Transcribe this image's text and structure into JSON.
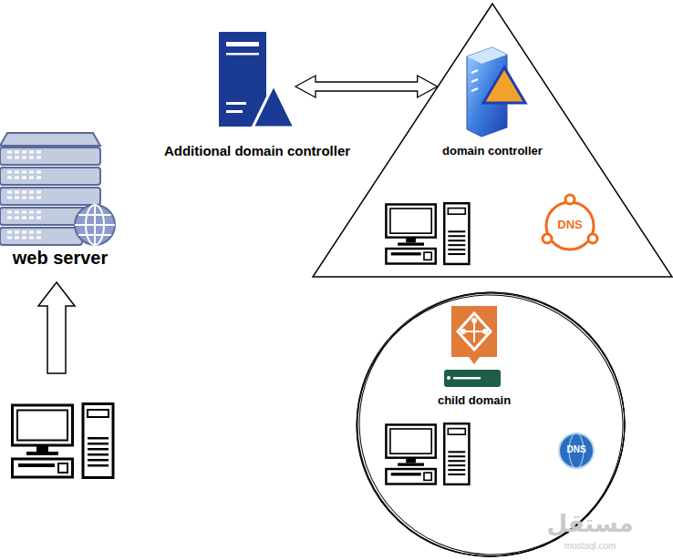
{
  "diagram": {
    "nodes": [
      {
        "text": [
          "web server"
        ]
      },
      {
        "text": [
          "Additional domain controller"
        ]
      },
      {
        "text": [
          "domain controller"
        ]
      },
      {
        "text": [
          "child domain"
        ]
      }
    ],
    "edges": [
      {
        "from": 1,
        "to": 2,
        "arrow": "both"
      }
    ],
    "labels": [
      "DNS",
      "DNS",
      "مستقل",
      "mostaql.com"
    ]
  }
}
